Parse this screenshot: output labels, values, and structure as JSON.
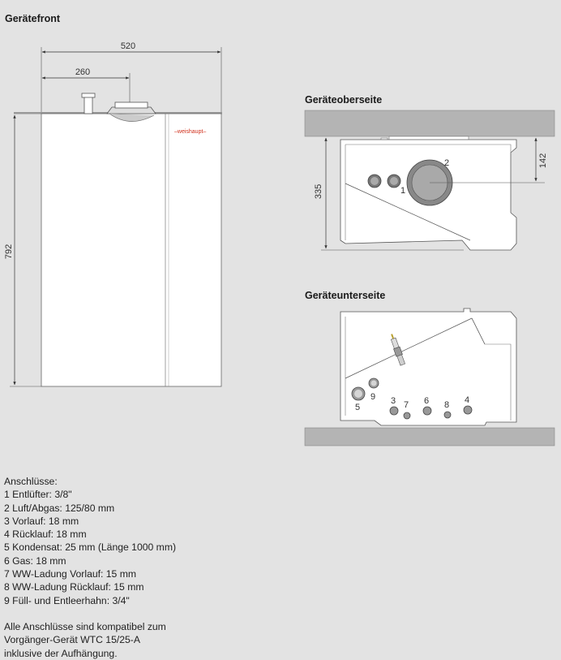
{
  "titles": {
    "front": "Gerätefront",
    "top": "Geräteoberseite",
    "bottom": "Geräteunterseite"
  },
  "dimensions": {
    "width": "520",
    "half_width": "260",
    "height": "792",
    "top_depth": "335",
    "top_offset": "142"
  },
  "brand_label": "–weishaupt–",
  "top_view_callouts": [
    "2",
    "1"
  ],
  "bottom_view_callouts": [
    "5",
    "9",
    "3",
    "7",
    "6",
    "8",
    "4"
  ],
  "legend": {
    "heading": "Anschlüsse:",
    "items": [
      "1 Entlüfter: 3/8\"",
      "2 Luft/Abgas: 125/80 mm",
      "3 Vorlauf: 18 mm",
      "4 Rücklauf: 18 mm",
      "5 Kondensat: 25 mm (Länge 1000 mm)",
      "6 Gas: 18 mm",
      "7 WW-Ladung Vorlauf: 15 mm",
      "8 WW-Ladung Rücklauf: 15 mm",
      "9 Füll- und Entleerhahn: 3/4\""
    ],
    "note_lines": [
      "Alle Anschlüsse sind kompatibel zum",
      "Vorgänger-Gerät WTC 15/25-A",
      "inklusive der Aufhängung."
    ]
  },
  "colors": {
    "background": "#e3e3e3",
    "wall": "#b4b4b4",
    "brand": "#d0301c"
  }
}
